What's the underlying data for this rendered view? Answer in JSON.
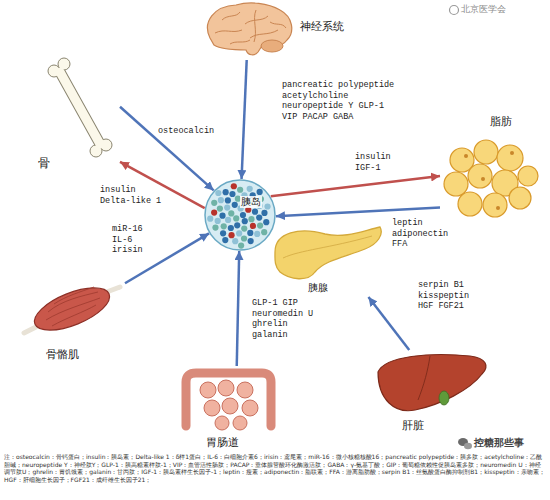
{
  "diagram": {
    "caption": "注：osteocalcin：骨钙蛋白；insulin：胰岛素；Delta-like 1：δ样1蛋白；IL-6：白细胞介素6；irisin：鸢尾素；miR-16：微小核糖核酸16；pancreatic polypeptide：胰多肽；acetylcholine：乙酰胆碱；neuropeptide Y：神经肽Y；GLP-1：胰高糖素样肽-1；VIP：血管活性肠肽；PACAP：垂体腺苷酸环化酶激活肽；GABA：γ-氨基丁酸；GIP：葡萄糖依赖性促胰岛素多肽；neuromedin U：神经调节肽U；ghrelin：胃饥饿素；galanin：甘丙肽；IGF-1：胰岛素样生长因子-1；leptin：瘦素；adiponectin：脂联素；FFA：游离脂肪酸；serpin B1：丝氨酸蛋白酶抑制剂B1；kisspeptin：亲吻素；HGF：肝细胞生长因子；FGF21：成纤维生长因子21；",
    "nodes": [
      {
        "text": [
          "神经系统"
        ]
      },
      {
        "text": [
          "骨"
        ]
      },
      {
        "text": [
          "脂肪"
        ]
      },
      {
        "text": [
          "胰岛"
        ]
      },
      {
        "text": [
          "胰腺"
        ]
      },
      {
        "text": [
          "骨骼肌"
        ]
      },
      {
        "text": [
          "胃肠道"
        ]
      },
      {
        "text": [
          "肝脏"
        ]
      }
    ],
    "edges": [
      {
        "from": 0,
        "to": 3,
        "arrow": "to",
        "label": "pancreatic polypeptide acetylcholine neuropeptide Y GLP-1 VIP PACAP GABA"
      },
      {
        "from": 1,
        "to": 3,
        "arrow": "to",
        "label": "osteocalcin"
      },
      {
        "from": 3,
        "to": 1,
        "arrow": "to",
        "label": "insulin Delta-like 1"
      },
      {
        "from": 3,
        "to": 2,
        "arrow": "to",
        "label": "insulin IGF-1"
      },
      {
        "from": 2,
        "to": 3,
        "arrow": "to",
        "label": "leptin adiponectin FFA"
      },
      {
        "from": 5,
        "to": 3,
        "arrow": "to",
        "label": "miR-16 IL-6 irisin"
      },
      {
        "from": 6,
        "to": 3,
        "arrow": "to",
        "label": "GLP-1 GIP neuromedin U ghrelin galanin"
      },
      {
        "from": 7,
        "to": 4,
        "arrow": "to",
        "label": "serpin B1 kisspeptin HGF FGF21"
      }
    ],
    "labels": [
      "北京医学会",
      "控糖那些事"
    ]
  }
}
